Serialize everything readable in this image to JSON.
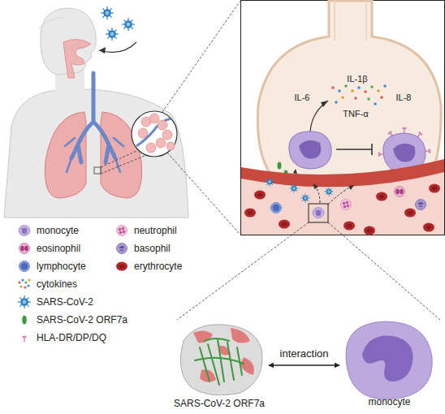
{
  "diagram": {
    "nodes": [
      {
        "text": [
          "SARS-CoV-2 ORF7a"
        ]
      },
      {
        "text": [
          "monocyte"
        ]
      }
    ],
    "edges": [
      {
        "from": 0,
        "to": 1,
        "label": "interaction",
        "arrow": "both"
      }
    ],
    "labels": [
      "IL-1β",
      "IL-6",
      "IL-8",
      "TNF-α"
    ],
    "legend": [
      {
        "text": "monocyte"
      },
      {
        "text": "neutrophil"
      },
      {
        "text": "eosinophil"
      },
      {
        "text": "basophil"
      },
      {
        "text": "lymphocyte"
      },
      {
        "text": "erythrocyte"
      },
      {
        "text": "cytokines"
      },
      {
        "text": "SARS-CoV-2"
      },
      {
        "text": "SARS-CoV-2 ORF7a"
      },
      {
        "text": "HLA-DR/DP/DQ"
      }
    ]
  }
}
